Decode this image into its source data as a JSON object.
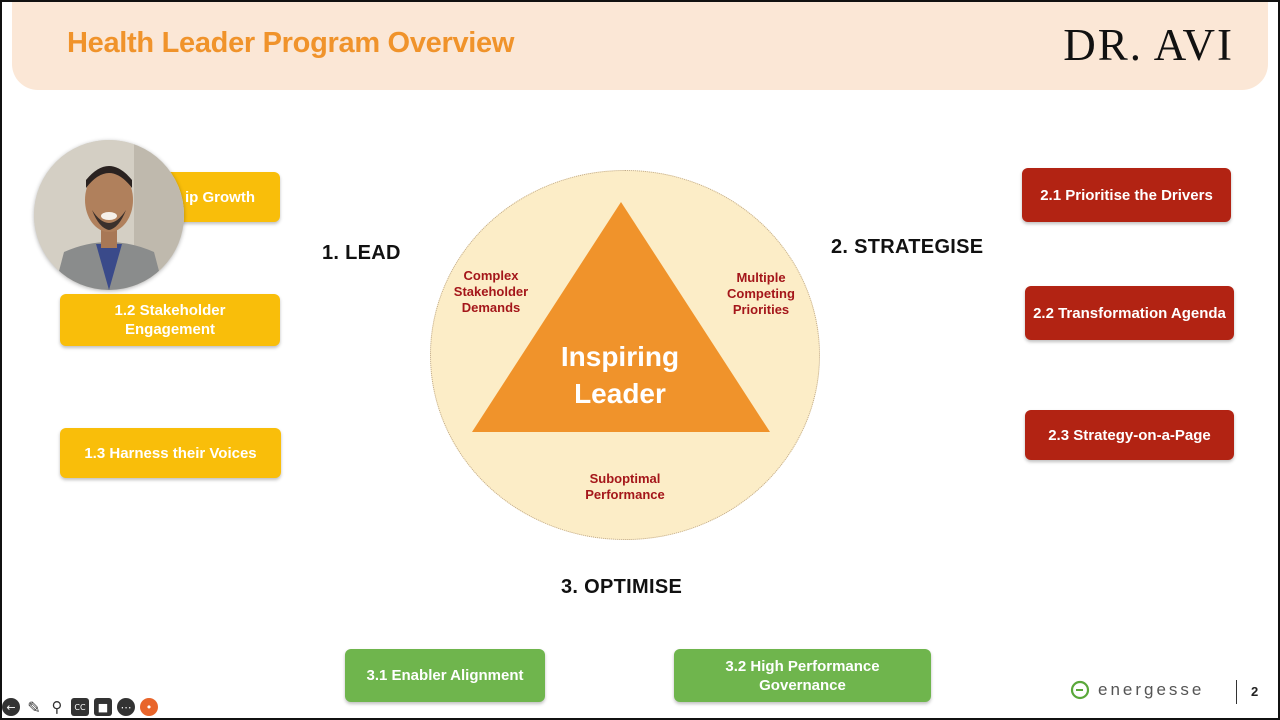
{
  "header": {
    "title": "Health Leader Program Overview",
    "brand": "DR. AVI"
  },
  "lead": {
    "heading": "1. LEAD",
    "items": [
      "ip Growth",
      "1.2 Stakeholder Engagement",
      "1.3 Harness their Voices"
    ]
  },
  "strategise": {
    "heading": "2. STRATEGISE",
    "items": [
      "2.1 Prioritise the Drivers",
      "2.2 Transformation Agenda",
      "2.3 Strategy-on-a-Page"
    ]
  },
  "optimise": {
    "heading": "3. OPTIMISE",
    "items": [
      "3.1 Enabler Alignment",
      "3.2 High Performance Governance"
    ]
  },
  "center": {
    "label": "Inspiring Leader",
    "challenges": {
      "left": "Complex Stakeholder Demands",
      "right": "Multiple Competing Priorities",
      "bottom": "Suboptimal Performance"
    }
  },
  "footer": {
    "logo": "energesse",
    "page": "2"
  },
  "toolbar": [
    "back-icon",
    "pen-icon",
    "zoom-icon",
    "captions-icon",
    "camera-icon",
    "more-icon",
    "pointer-icon"
  ],
  "colors": {
    "orange": "#f0932b",
    "yellow": "#f9be0a",
    "red": "#b22313",
    "green": "#6fb54d",
    "dark_red": "#a4161a"
  }
}
